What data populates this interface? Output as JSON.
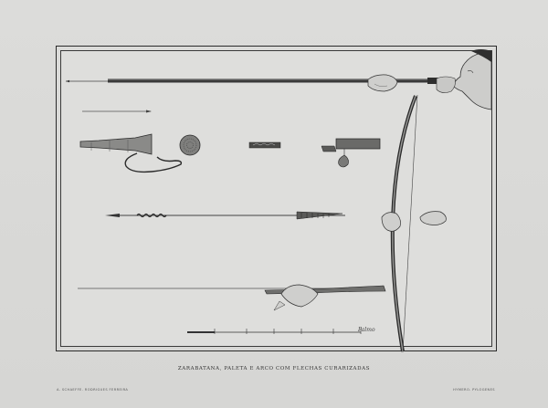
{
  "plate": {
    "caption": "ZARABATANA, PALETA E ARCO COM FLECHAS CURARIZADAS",
    "credit_left": "A. SCHAEFFE. RODRIGUES FERREIRA",
    "credit_right": "HYMERO. PYLOGENES"
  },
  "scale": {
    "label": "Palmo"
  },
  "colors": {
    "paper": "#dcdcda",
    "ink": "#2a2a2a"
  }
}
